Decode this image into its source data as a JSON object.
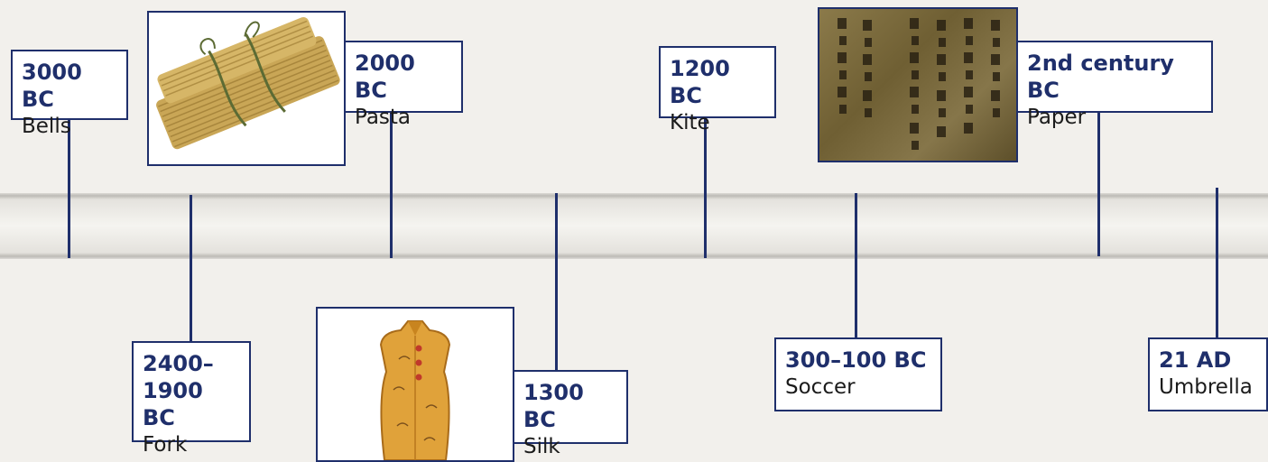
{
  "timeline": {
    "events": [
      {
        "date": "3000 BC",
        "label": "Bells"
      },
      {
        "date": "2400–",
        "date2": "1900 BC",
        "label": "Fork"
      },
      {
        "date": "2000 BC",
        "label": "Pasta"
      },
      {
        "date": "1300 BC",
        "label": "Silk"
      },
      {
        "date": "1200 BC",
        "label": "Kite"
      },
      {
        "date": "300–100 BC",
        "label": "Soccer"
      },
      {
        "date": "2nd century BC",
        "label": "Paper"
      },
      {
        "date": "21 AD",
        "label": "Umbrella"
      }
    ]
  },
  "colors": {
    "accent": "#1f2f6b",
    "band": "#dcdad5"
  },
  "images": {
    "pasta": "pasta-bundle-photo",
    "silk": "silk-dress-photo",
    "paper": "ancient-chinese-paper-photo"
  }
}
